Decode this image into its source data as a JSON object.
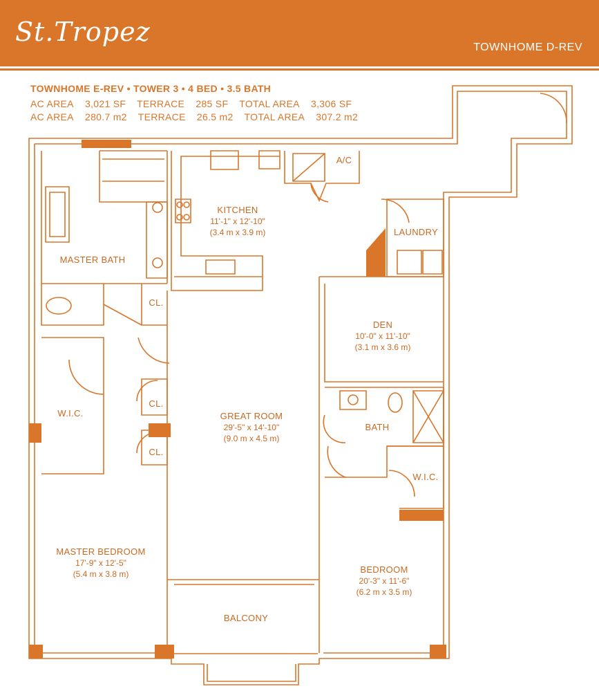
{
  "header": {
    "logo_text": "St.Tropez",
    "unit_name": "TOWNHOME D-REV",
    "brand_color": "#d9762a"
  },
  "specs": {
    "line1": "TOWNHOME E-REV • TOWER 3 • 4 BED • 3.5 BATH",
    "line2": [
      "AC AREA",
      "3,021 SF",
      "TERRACE",
      "285 SF",
      "TOTAL AREA",
      "3,306 SF"
    ],
    "line3": [
      "AC AREA",
      "280.7 m2",
      "TERRACE",
      "26.5 m2",
      "TOTAL AREA",
      "307.2 m2"
    ]
  },
  "rooms": {
    "kitchen": {
      "name": "KITCHEN",
      "dim_ft": "11'-1\" x 12'-10\"",
      "dim_m": "(3.4 m x 3.9 m)"
    },
    "master_bath": {
      "name": "MASTER BATH"
    },
    "ac": {
      "name": "A/C"
    },
    "laundry": {
      "name": "LAUNDRY"
    },
    "den": {
      "name": "DEN",
      "dim_ft": "10'-0\" x 11'-10\"",
      "dim_m": "(3.1 m x 3.6 m)"
    },
    "cl1": {
      "name": "CL."
    },
    "cl2": {
      "name": "CL."
    },
    "cl3": {
      "name": "CL."
    },
    "wic1": {
      "name": "W.I.C."
    },
    "great_room": {
      "name": "GREAT ROOM",
      "dim_ft": "29'-5\" x 14'-10\"",
      "dim_m": "(9.0 m x 4.5 m)"
    },
    "bath": {
      "name": "BATH"
    },
    "wic2": {
      "name": "W.I.C."
    },
    "master_bedroom": {
      "name": "MASTER BEDROOM",
      "dim_ft": "17'-9\" x 12'-5\"",
      "dim_m": "(5.4 m x 3.8 m)"
    },
    "bedroom": {
      "name": "BEDROOM",
      "dim_ft": "20'-3\" x 11'-6\"",
      "dim_m": "(6.2 m x 3.5 m)"
    },
    "balcony": {
      "name": "BALCONY"
    }
  }
}
